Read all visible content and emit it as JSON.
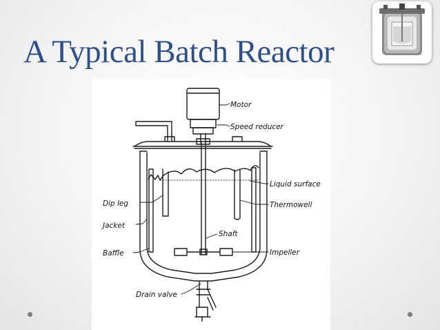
{
  "slide": {
    "title": "A Typical Batch Reactor",
    "title_color": "#2f4f86",
    "dot_color": "#7f7f7f"
  },
  "diagram": {
    "labels": {
      "motor": "Motor",
      "speed_reducer": "Speed reducer",
      "liquid_surface": "Liquid surface",
      "dip_leg": "Dip leg",
      "thermowell": "Thermowell",
      "jacket": "Jacket",
      "shaft": "Shaft",
      "baffle": "Baffle",
      "impeller": "Impeller",
      "drain_valve": "Drain valve"
    }
  }
}
